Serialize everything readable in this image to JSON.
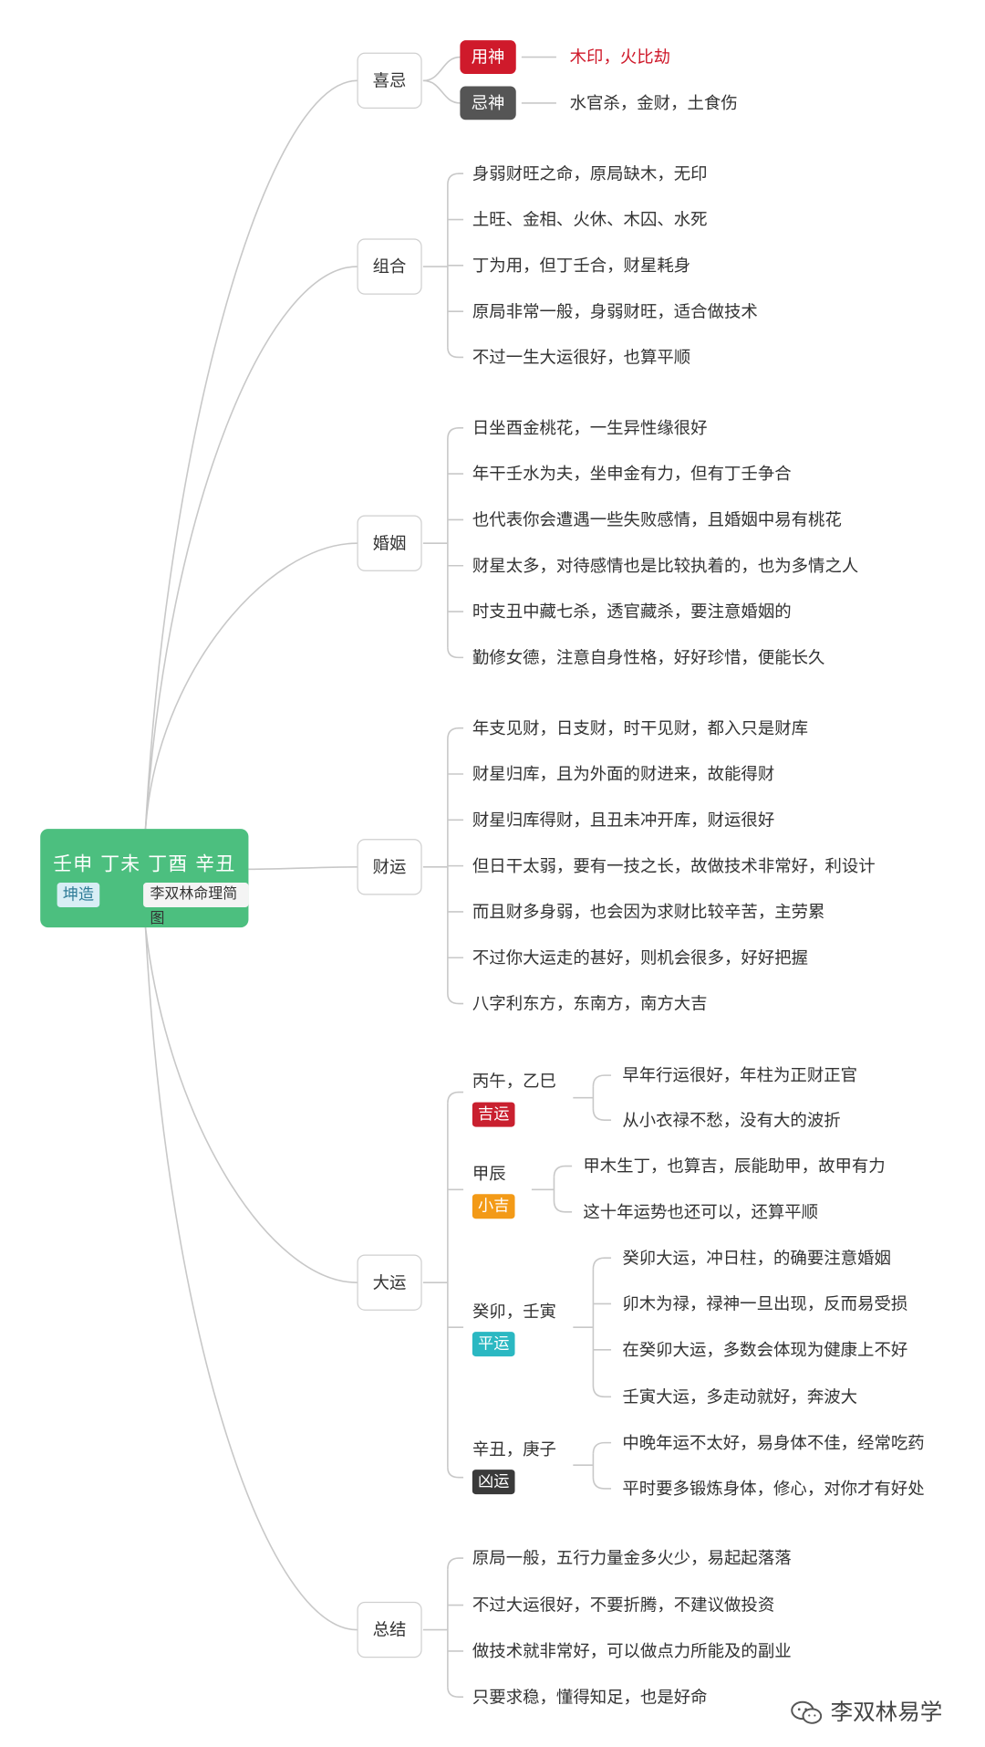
{
  "root": {
    "title": "壬申 丁未 丁酉 辛丑",
    "tag": "坤造",
    "subtitle": "李双林命理简图",
    "color": "#4cbf7f"
  },
  "xiji": {
    "label": "喜忌",
    "yongshen": {
      "label": "用神",
      "value": "木印，火比劫",
      "color": "#cf1a2b"
    },
    "jishen": {
      "label": "忌神",
      "value": "水官杀，金财，土食伤",
      "color": "#555555"
    }
  },
  "zuhe": {
    "label": "组合",
    "items": [
      "身弱财旺之命，原局缺木，无印",
      "土旺、金相、火休、木囚、水死",
      "丁为用，但丁壬合，财星耗身",
      "原局非常一般，身弱财旺，适合做技术",
      "不过一生大运很好，也算平顺"
    ]
  },
  "hunyin": {
    "label": "婚姻",
    "items": [
      "日坐酉金桃花，一生异性缘很好",
      "年干壬水为夫，坐申金有力，但有丁壬争合",
      "也代表你会遭遇一些失败感情，且婚姻中易有桃花",
      "财星太多，对待感情也是比较执着的，也为多情之人",
      "时支丑中藏七杀，透官藏杀，要注意婚姻的",
      "勤修女德，注意自身性格，好好珍惜，便能长久"
    ]
  },
  "caiyun": {
    "label": "财运",
    "items": [
      "年支见财，日支财，时干见财，都入只是财库",
      "财星归库，且为外面的财进来，故能得财",
      "财星归库得财，且丑未冲开库，财运很好",
      "但日干太弱，要有一技之长，故做技术非常好，利设计",
      "而且财多身弱，也会因为求财比较辛苦，主劳累",
      "不过你大运走的甚好，则机会很多，好好把握",
      "八字利东方，东南方，南方大吉"
    ]
  },
  "dayun": {
    "label": "大运",
    "periods": [
      {
        "name": "丙午，乙巳",
        "badge": "吉运",
        "color": "#c9202f",
        "items": [
          "早年行运很好，年柱为正财正官",
          "从小衣禄不愁，没有大的波折"
        ]
      },
      {
        "name": "甲辰",
        "badge": "小吉",
        "color": "#f39a17",
        "items": [
          "甲木生丁，也算吉，辰能助甲，故甲有力",
          "这十年运势也还可以，还算平顺"
        ]
      },
      {
        "name": "癸卯，壬寅",
        "badge": "平运",
        "color": "#2bb8c2",
        "items": [
          "癸卯大运，冲日柱，的确要注意婚姻",
          "卯木为禄，禄神一旦出现，反而易受损",
          "在癸卯大运，多数会体现为健康上不好",
          "壬寅大运，多走动就好，奔波大"
        ]
      },
      {
        "name": "辛丑，庚子",
        "badge": "凶运",
        "color": "#3a3a3a",
        "items": [
          "中晚年运不太好，易身体不佳，经常吃药",
          "平时要多锻炼身体，修心，对你才有好处"
        ]
      }
    ]
  },
  "zongjie": {
    "label": "总结",
    "items": [
      "原局一般，五行力量金多火少，易起起落落",
      "不过大运很好，不要折腾，不建议做投资",
      "做技术就非常好，可以做点力所能及的副业",
      "只要求稳，懂得知足，也是好命"
    ]
  },
  "watermark": {
    "text": "李双林易学",
    "icon": "wechat-icon"
  }
}
